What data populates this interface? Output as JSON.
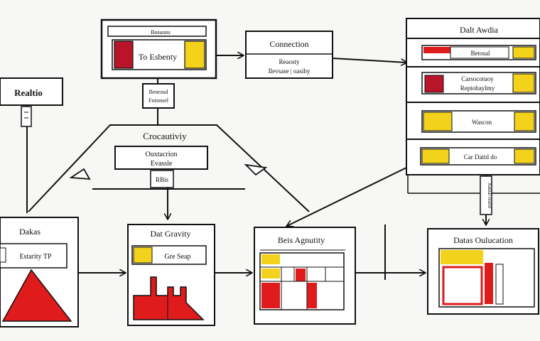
{
  "colors": {
    "red": "#e01b1b",
    "yellow": "#f2d21a",
    "maroon": "#b8142a",
    "ink": "#111111",
    "paper": "#ffffff"
  },
  "nodes": {
    "top_card": {
      "header": "Bosuons",
      "label": "To Esbenty"
    },
    "connection": {
      "title": "Connection",
      "line1": "Reaosty",
      "line2": "Ilevsase | oasiby"
    },
    "small_box": {
      "line1": "Benrosd",
      "line2": "Foronsel"
    },
    "realtic": {
      "title": "Realtio"
    },
    "capability": {
      "title": "Crocautiviy",
      "line1": "Ouxtacrion",
      "line2": "Evassle",
      "tag": "RBis"
    },
    "data_area": {
      "title": "Dalt Awdia",
      "rows": [
        {
          "label": "Betosal"
        },
        {
          "label": "Carsocotuoy",
          "label2": "Reptobaylmy"
        },
        {
          "label": "Wascon"
        },
        {
          "label": "Car Dattd do"
        }
      ],
      "connector_label": "Aautal reattd"
    },
    "datas": {
      "title": "Dakas",
      "label": "Estarity TP"
    },
    "dat_gravity": {
      "title": "Dat Gravity",
      "label": "Gre Seap"
    },
    "beis": {
      "title": "Beis Agnutity"
    },
    "data_outcome": {
      "title": "Datas Oulucation"
    }
  }
}
